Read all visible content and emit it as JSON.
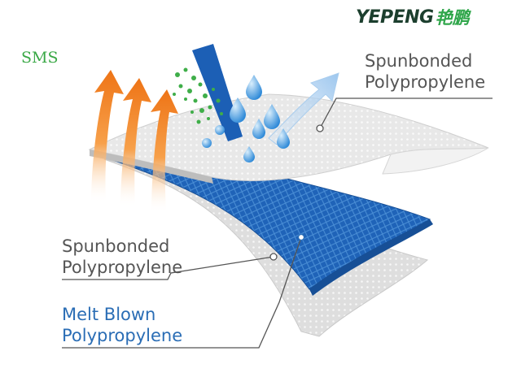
{
  "logo": {
    "latin_text": "YEPENG",
    "chinese_text": "艳鹏"
  },
  "diagram": {
    "title": "SMS",
    "layers": [
      {
        "id": "top",
        "label_line1": "Spunbonded",
        "label_line2": "Polypropylene"
      },
      {
        "id": "middle",
        "label_line1": "Spunbonded",
        "label_line2": "Polypropylene"
      },
      {
        "id": "meltblown",
        "label_line1": "Melt Blown",
        "label_line2": "Polypropylene"
      }
    ]
  },
  "colors": {
    "title_green": "#3aa846",
    "label_gray": "#555555",
    "label_blue": "#2a6db5",
    "fabric_blue": "#1f63b8",
    "fabric_gray": "#d9d9d9",
    "heat_orange": "#f07f1e",
    "droplet_blue": "#3e9ae0",
    "particle_green": "#3fae49",
    "logo_dark": "#1c3f2e",
    "logo_green": "#2fa64a"
  },
  "icons": [
    "heat-arrow-icon",
    "water-droplet-icon",
    "particle-dot-icon",
    "vapor-arrow-icon"
  ]
}
